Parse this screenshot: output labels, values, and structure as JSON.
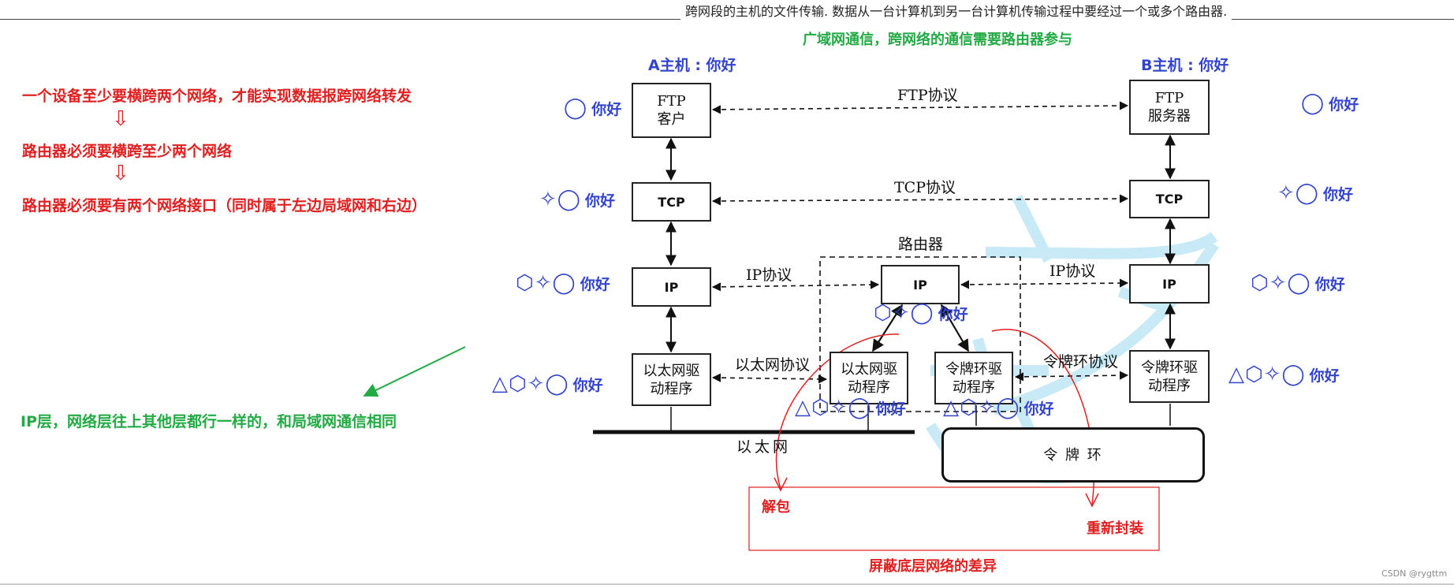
{
  "header": {
    "caption": "跨网段的主机的文件传输. 数据从一台计算机到另一台计算机传输过程中要经过一个或多个路由器.",
    "subtitle": "广域网通信，跨网络的通信需要路由器参与"
  },
  "left_notes": {
    "line1": "一个设备至少要横跨两个网络，才能实现数据报跨网络转发",
    "line2": "路由器必须要横跨至少两个网络",
    "line3": "路由器必须要有两个网络接口（同时属于左边局域网和右边）",
    "arrow_glyph": "⇩",
    "ip_note": "IP层，网络层往上其他层都行一样的，和局域网通信相同"
  },
  "hosts": {
    "a_title": "A主机 : 你好",
    "b_title": "B主机 : 你好"
  },
  "boxes": {
    "ftp_client": "FTP\n客户",
    "ftp_server": "FTP\n服务器",
    "tcp_a": "TCP",
    "tcp_b": "TCP",
    "ip_a": "IP",
    "ip_b": "IP",
    "ip_router": "IP",
    "eth_a": "以太网驱\n动程序",
    "eth_router": "以太网驱\n动程序",
    "token_router": "令牌环驱\n动程序",
    "token_b": "令牌环驱\n动程序",
    "token_ring": "令 牌 环"
  },
  "protocols": {
    "ftp": "FTP协议",
    "tcp": "TCP协议",
    "ip_left": "IP协议",
    "ip_right": "IP协议",
    "eth": "以太网协议",
    "token": "令牌环协议",
    "router": "路由器",
    "ethernet_net": "以太网"
  },
  "symbols": {
    "hello": "你好",
    "l4": "◯",
    "l3": "✧◯",
    "l2": "⬡✧◯",
    "l1": "△⬡✧◯"
  },
  "annotations": {
    "unpack": "解包",
    "repack": "重新封装",
    "mask": "屏蔽底层网络的差异"
  },
  "credit": "CSDN @rygttm",
  "colors": {
    "red": "#e02020",
    "green": "#22aa44",
    "blue": "#3344cc",
    "black": "#111111"
  }
}
